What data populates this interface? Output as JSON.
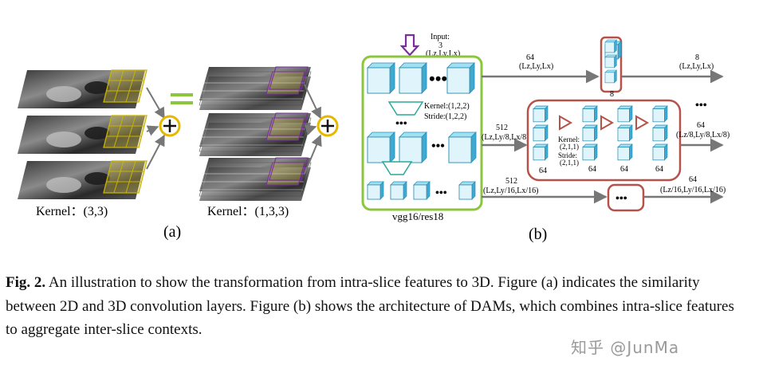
{
  "panel_a": {
    "kernel_2d": "Kernel：(3,3)",
    "kernel_3d": "Kernel：(1,3,3)",
    "label": "(a)"
  },
  "panel_b": {
    "label": "(b)",
    "input_label": "Input:",
    "input_channels": "3",
    "input_dims": "(Lz,Ly,Lx)",
    "backbone_label": "vgg16/res18",
    "encoder_kernel": "Kernel:(1,2,2)",
    "encoder_stride": "Stride:(1,2,2)",
    "branch1_channels": "64",
    "branch1_dims": "(Lz,Ly,Lx)",
    "branch1_box_channels": "8",
    "branch1_out_channels": "8",
    "branch1_out_dims": "(Lz,Ly,Lx)",
    "branch2_channels": "512",
    "branch2_dims": "(Lz,Ly/8,Lx/8)",
    "dam_kernel": "Kernel:",
    "dam_kernel_val": "(2,1,1)",
    "dam_stride": "Stride:",
    "dam_stride_val": "(2,1,1)",
    "dam_channels": [
      "64",
      "64",
      "64",
      "64"
    ],
    "branch2_out_channels": "64",
    "branch2_out_dims": "(Lz/8,Ly/8,Lx/8)",
    "branch3_channels": "512",
    "branch3_dims": "(Lz,Ly/16,Lx/16)",
    "branch3_out_channels": "64",
    "branch3_out_dims": "(Lz/16,Ly/16,Lx/16)"
  },
  "caption": {
    "label": "Fig. 2.",
    "text": " An illustration to show the transformation from intra-slice features to 3D. Figure (a) indicates the similarity between 2D and 3D convolution layers. Figure (b) shows the architecture of DAMs, which combines intra-slice features to aggregate inter-slice contexts."
  },
  "watermark": "知乎 @JunMa",
  "colors": {
    "green": "#8cc63f",
    "red": "#b5524a",
    "purple": "#7a2e9e",
    "cube": "#5bc8e8",
    "gold": "#e6b800",
    "grid": "#c8b400"
  }
}
